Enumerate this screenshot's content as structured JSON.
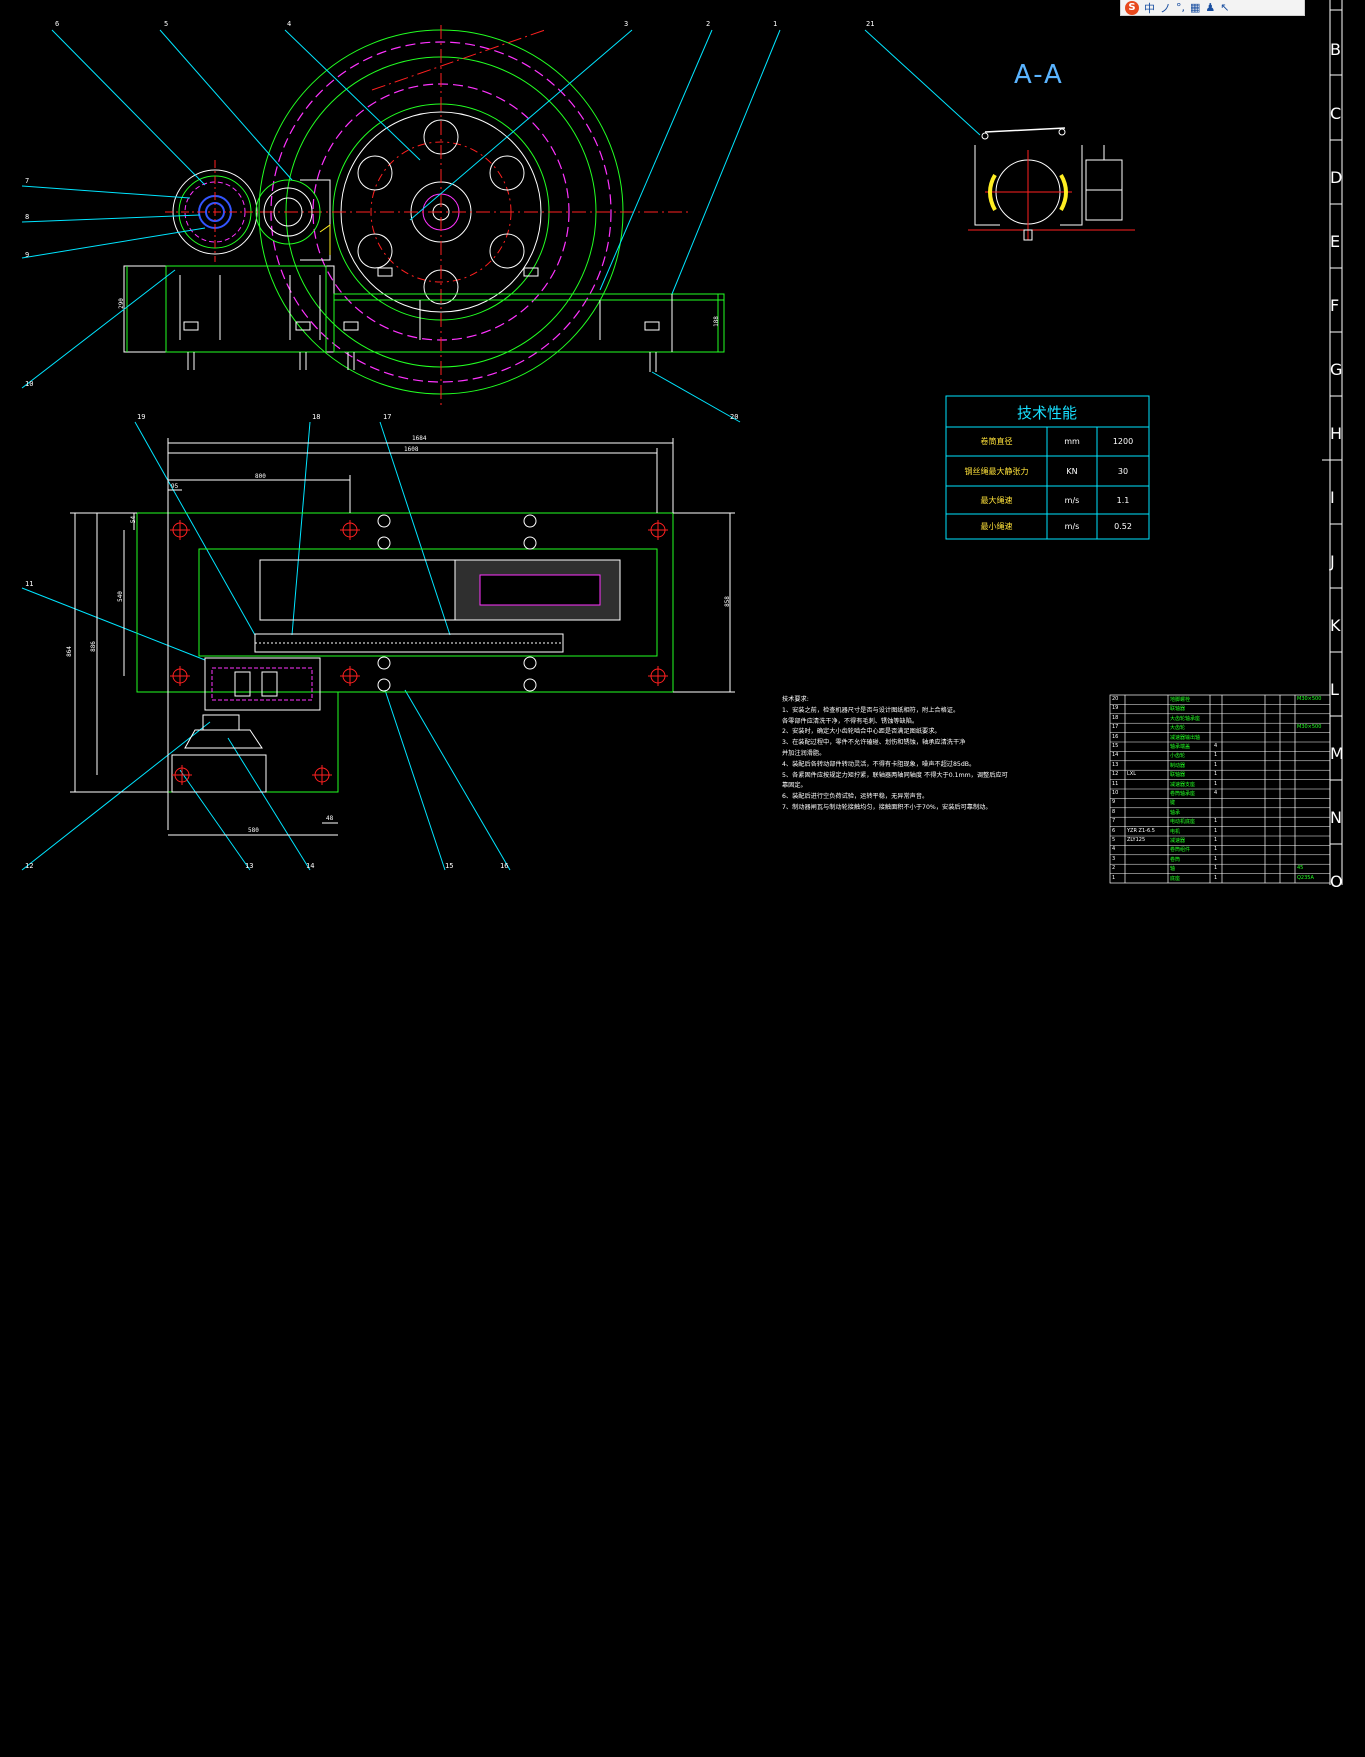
{
  "ime_toolbar": {
    "logo": "S",
    "items": [
      "中",
      "ノ",
      "°,",
      "▦",
      "♟",
      "↖"
    ]
  },
  "view_title": "A-A",
  "callouts": [
    "6",
    "5",
    "4",
    "3",
    "2",
    "1",
    "21",
    "7",
    "8",
    "9",
    "10",
    "20",
    "19",
    "18",
    "17",
    "11",
    "12",
    "13",
    "14",
    "15",
    "16"
  ],
  "dimensions": {
    "d1": "290",
    "d2": "188",
    "d3": "1684",
    "d4": "1608",
    "d5": "800",
    "d6": "95",
    "d7": "54",
    "d8": "540",
    "d9": "886",
    "d10": "858",
    "d11": "864",
    "d12": "580",
    "d13": "48"
  },
  "performance_table": {
    "title": "技术性能",
    "rows": [
      {
        "name": "卷筒直径",
        "unit": "mm",
        "value": "1200"
      },
      {
        "name": "钢丝绳最大静张力",
        "unit": "KN",
        "value": "30"
      },
      {
        "name": "最大绳速",
        "unit": "m/s",
        "value": "1.1"
      },
      {
        "name": "最小绳速",
        "unit": "m/s",
        "value": "0.52"
      }
    ]
  },
  "technical_notes": {
    "title": "技术要求:",
    "lines": [
      "1、安装之前，检查机器尺寸是否与设计图纸相符，附上合格证。",
      "   各零部件应清洗干净，不得有毛刺、锈蚀等缺陷。",
      "2、安装时，确定大小齿轮啮合中心距是否满足图纸要求。",
      "3、在装配过程中，零件不允许磕碰、划伤和锈蚀，轴承应清洗干净",
      "   并加注润滑脂。",
      "4、装配后各转动部件转动灵活，不得有卡阻现象，噪声不超过85dB。",
      "5、各紧固件应按规定力矩拧紧，联轴器两轴同轴度 不得大于0.1mm，调整后应可",
      "   靠固定。",
      "6、装配后进行空负荷试验，运转平稳，无异常声音。",
      "7、制动器闸瓦与制动轮接触均匀，接触面积不小于70%，安装后可靠制动。"
    ]
  },
  "bom": {
    "rows": [
      {
        "no": "20",
        "code": "",
        "name": "地脚螺栓",
        "qty": "",
        "note": "M30×500"
      },
      {
        "no": "19",
        "code": "",
        "name": "联轴器",
        "qty": "",
        "note": ""
      },
      {
        "no": "18",
        "code": "",
        "name": "大齿轮轴承座",
        "qty": "",
        "note": ""
      },
      {
        "no": "17",
        "code": "",
        "name": "大齿轮",
        "qty": "",
        "note": "M30×500"
      },
      {
        "no": "16",
        "code": "",
        "name": "减速器输出轴",
        "qty": "",
        "note": ""
      },
      {
        "no": "15",
        "code": "",
        "name": "轴承端盖",
        "qty": "4",
        "note": ""
      },
      {
        "no": "14",
        "code": "",
        "name": "小齿轮",
        "qty": "1",
        "note": ""
      },
      {
        "no": "13",
        "code": "",
        "name": "制动器",
        "qty": "1",
        "note": ""
      },
      {
        "no": "12",
        "code": "LXL",
        "name": "联轴器",
        "qty": "1",
        "note": ""
      },
      {
        "no": "11",
        "code": "",
        "name": "减速器支座",
        "qty": "1",
        "note": ""
      },
      {
        "no": "10",
        "code": "",
        "name": "卷筒轴承座",
        "qty": "4",
        "note": ""
      },
      {
        "no": "9",
        "code": "",
        "name": "键",
        "qty": "",
        "note": ""
      },
      {
        "no": "8",
        "code": "",
        "name": "轴承",
        "qty": "",
        "note": ""
      },
      {
        "no": "7",
        "code": "",
        "name": "电动机底座",
        "qty": "1",
        "note": ""
      },
      {
        "no": "6",
        "code": "YZR Z1-6.5",
        "name": "电机",
        "qty": "1",
        "note": ""
      },
      {
        "no": "5",
        "code": "ZLY125",
        "name": "减速器",
        "qty": "1",
        "note": ""
      },
      {
        "no": "4",
        "code": "",
        "name": "卷筒组件",
        "qty": "1",
        "note": ""
      },
      {
        "no": "3",
        "code": "",
        "name": "卷筒",
        "qty": "1",
        "note": ""
      },
      {
        "no": "2",
        "code": "",
        "name": "轴",
        "qty": "1",
        "note": "45"
      },
      {
        "no": "1",
        "code": "",
        "name": "底座",
        "qty": "1",
        "note": "Q235A"
      }
    ]
  },
  "ruler_labels": [
    "B",
    "C",
    "D",
    "E",
    "F",
    "G",
    "H",
    "I",
    "J",
    "K",
    "L",
    "M",
    "N",
    "O"
  ],
  "colors": {
    "green": "#22ff22",
    "cyan": "#00e5ff",
    "red": "#ff2020",
    "magenta": "#ff33ff",
    "yellow": "#ffee22",
    "white": "#ffffff",
    "blue": "#3355ff"
  }
}
